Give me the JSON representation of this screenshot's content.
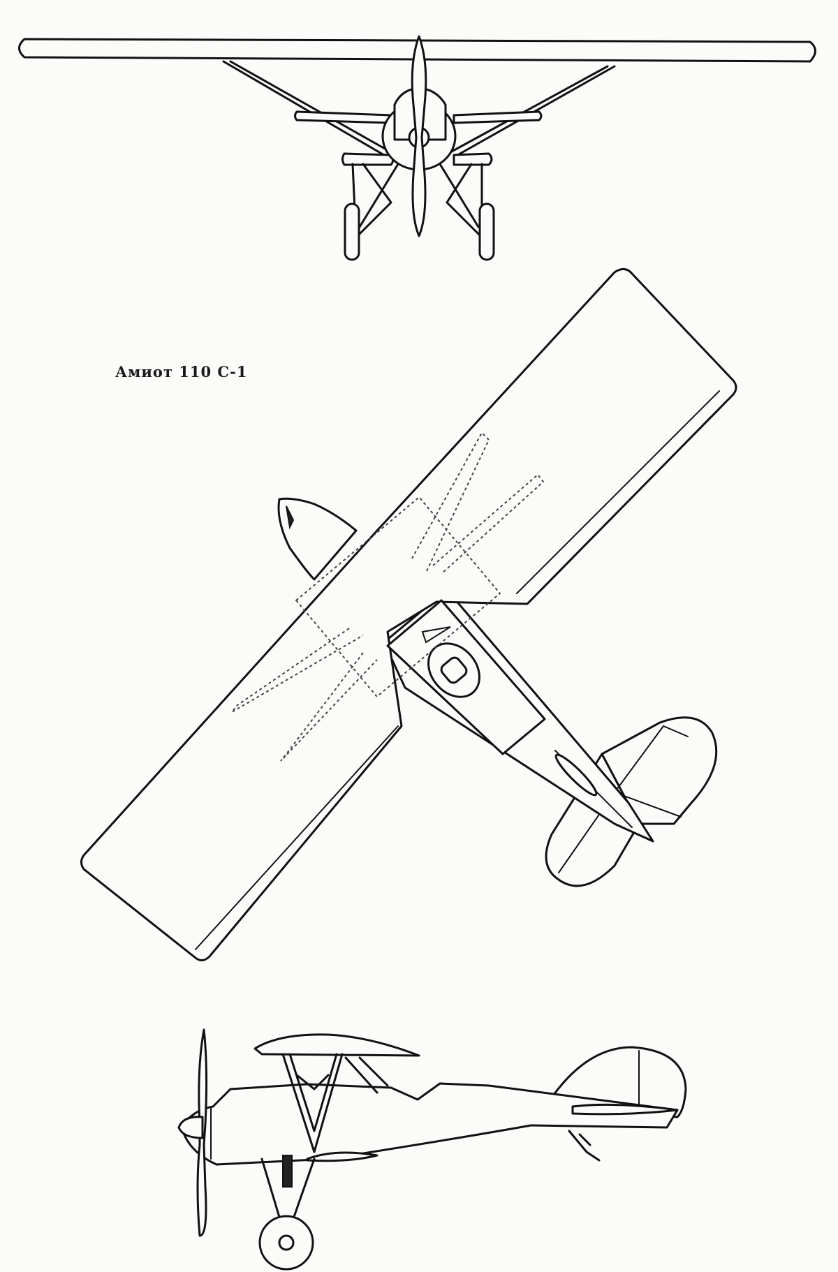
{
  "caption": {
    "text": "Амиот 110 C-1"
  },
  "views": [
    "front-view",
    "plan-view",
    "side-view"
  ],
  "colors": {
    "paper": "#fbfbf9",
    "ink": "#111111"
  }
}
